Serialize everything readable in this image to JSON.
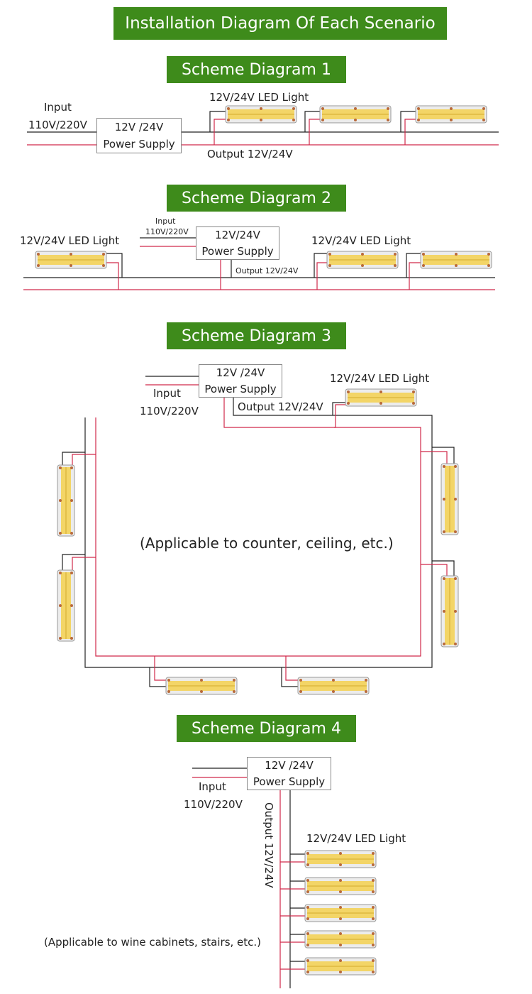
{
  "title": "Installation Diagram Of Each Scenario",
  "colors": {
    "banner": "#3e8b1b",
    "positive_wire": "#d0294a",
    "negative_wire": "#222222",
    "led_chip": "#f2d566",
    "led_frame": "#e6e6e6",
    "led_dot": "#b86a3c"
  },
  "scheme1": {
    "title": "Scheme Diagram 1",
    "input_label": "Input",
    "input_voltage": "110V/220V",
    "psu_line1": "12V /24V",
    "psu_line2": "Power Supply",
    "led_label": "12V/24V LED Light",
    "output_label": "Output 12V/24V"
  },
  "scheme2": {
    "title": "Scheme Diagram 2",
    "led_label_left": "12V/24V LED Light",
    "input_label": "Input",
    "input_voltage": "110V/220V",
    "psu_line1": "12V/24V",
    "psu_line2": "Power Supply",
    "led_label_right": "12V/24V LED Light",
    "output_label": "Output 12V/24V"
  },
  "scheme3": {
    "title": "Scheme Diagram 3",
    "psu_line1": "12V /24V",
    "psu_line2": "Power Supply",
    "led_label": "12V/24V LED Light",
    "input_label": "Input",
    "input_voltage": "110V/220V",
    "output_label": "Output 12V/24V",
    "note": "(Applicable to counter, ceiling, etc.)"
  },
  "scheme4": {
    "title": "Scheme Diagram 4",
    "psu_line1": "12V /24V",
    "psu_line2": "Power Supply",
    "input_label": "Input",
    "input_voltage": "110V/220V",
    "output_label": "Output 12V/24V",
    "led_label": "12V/24V LED Light",
    "note": "(Applicable to wine cabinets, stairs, etc.)"
  }
}
